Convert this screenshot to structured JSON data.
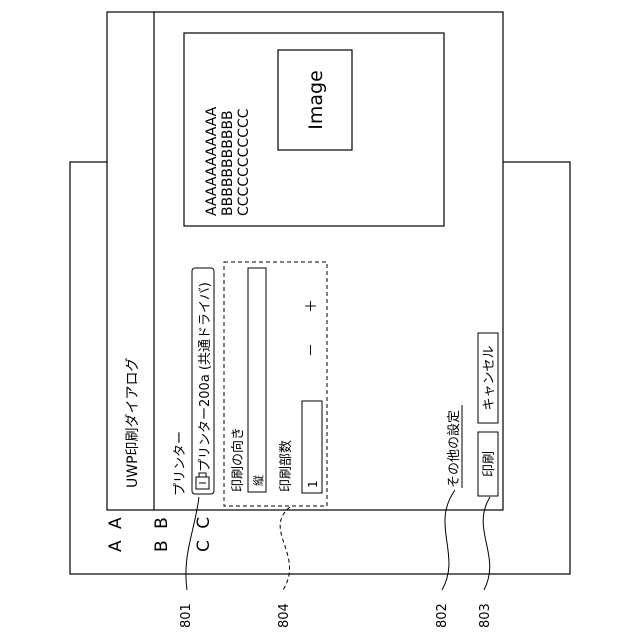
{
  "background_letters": [
    "A A",
    "B B",
    "C C"
  ],
  "dialog": {
    "title": "UWP印刷ダイアログ",
    "printer_label": "プリンター",
    "printer_value": "プリンター200a (共通ドライバ)",
    "orientation_label": "印刷の向き",
    "orientation_value": "縦",
    "copies_label": "印刷部数",
    "copies_value": "1",
    "minus_label": "－",
    "plus_label": "＋",
    "other_settings_link": "その他の設定",
    "print_button": "印刷",
    "cancel_button": "キャンセル"
  },
  "preview": {
    "lines": [
      "AAAAAAAAAAA",
      "BBBBBBBBBBB",
      "CCCCCCCCCCC"
    ],
    "image_label": "Image"
  },
  "reference_numerals": {
    "printer_select": "801",
    "print_settings_group": "804",
    "other_settings": "802",
    "print_button": "803"
  }
}
